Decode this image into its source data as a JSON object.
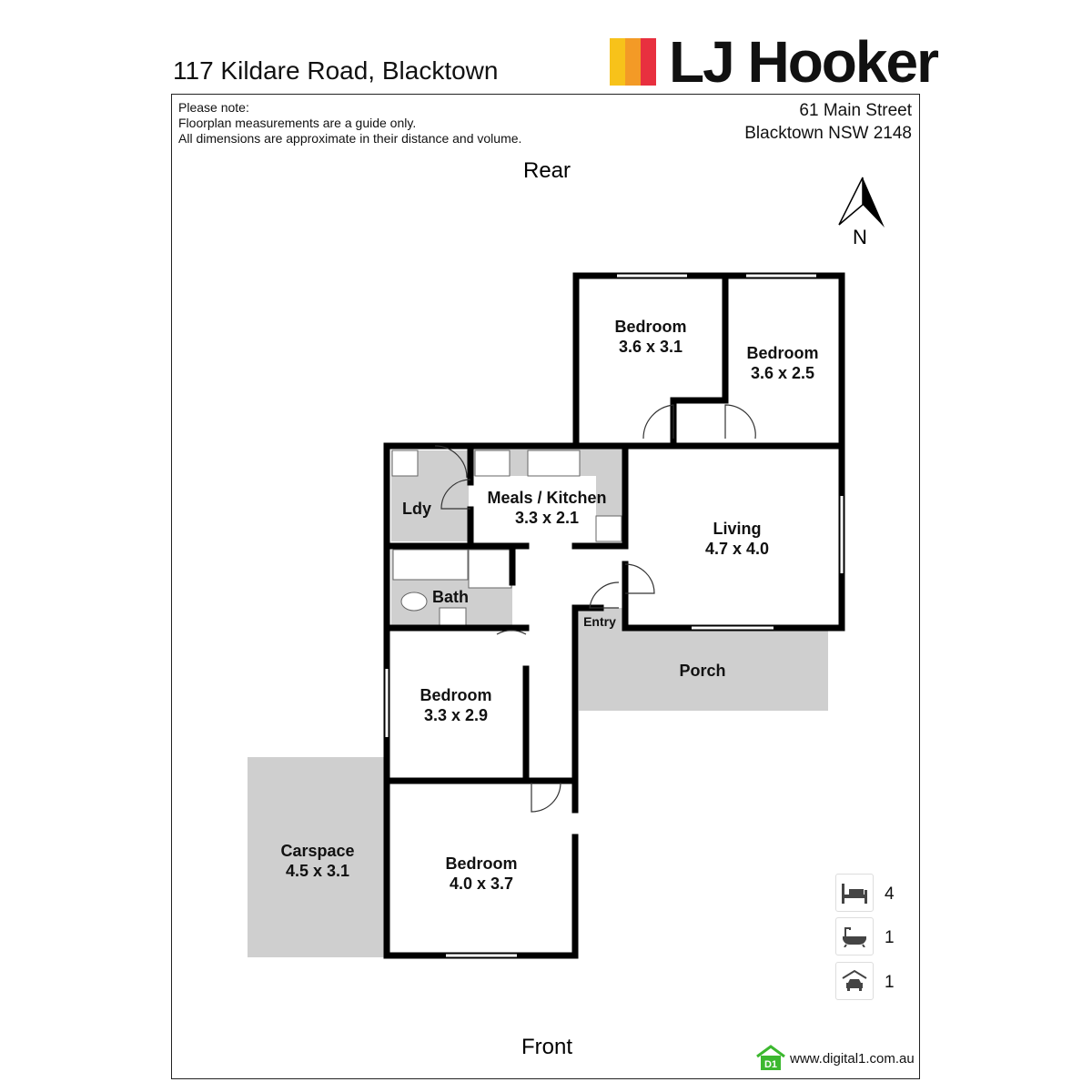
{
  "header": {
    "title": "117 Kildare Road, Blacktown"
  },
  "logo": {
    "text": "LJ Hooker",
    "colors": [
      "#f7c21a",
      "#f39a26",
      "#e8303f"
    ]
  },
  "note": {
    "lines": [
      "Please note:",
      "Floorplan measurements are a guide only.",
      "All dimensions are approximate in their distance and volume."
    ]
  },
  "office": {
    "line1": "61 Main Street",
    "line2": "Blacktown NSW 2148"
  },
  "orientation": {
    "rear": "Rear",
    "front": "Front",
    "north": "N"
  },
  "rooms": {
    "bed1": {
      "name": "Bedroom",
      "size": "3.6 x 3.1"
    },
    "bed2": {
      "name": "Bedroom",
      "size": "3.6 x 2.5"
    },
    "living": {
      "name": "Living",
      "size": "4.7 x 4.0"
    },
    "kitchen": {
      "name": "Meals / Kitchen",
      "size": "3.3 x 2.1"
    },
    "laundry": {
      "name": "Ldy"
    },
    "bath": {
      "name": "Bath"
    },
    "entry": {
      "name": "Entry"
    },
    "porch": {
      "name": "Porch"
    },
    "bed3": {
      "name": "Bedroom",
      "size": "3.3 x 2.9"
    },
    "bed4": {
      "name": "Bedroom",
      "size": "4.0 x 3.7"
    },
    "carspace": {
      "name": "Carspace",
      "size": "4.5 x 3.1"
    }
  },
  "stats": {
    "bedrooms": "4",
    "bathrooms": "1",
    "carspaces": "1"
  },
  "footer": {
    "badge": "D1",
    "url": "www.digital1.com.au",
    "accent": "#3cb82f"
  }
}
